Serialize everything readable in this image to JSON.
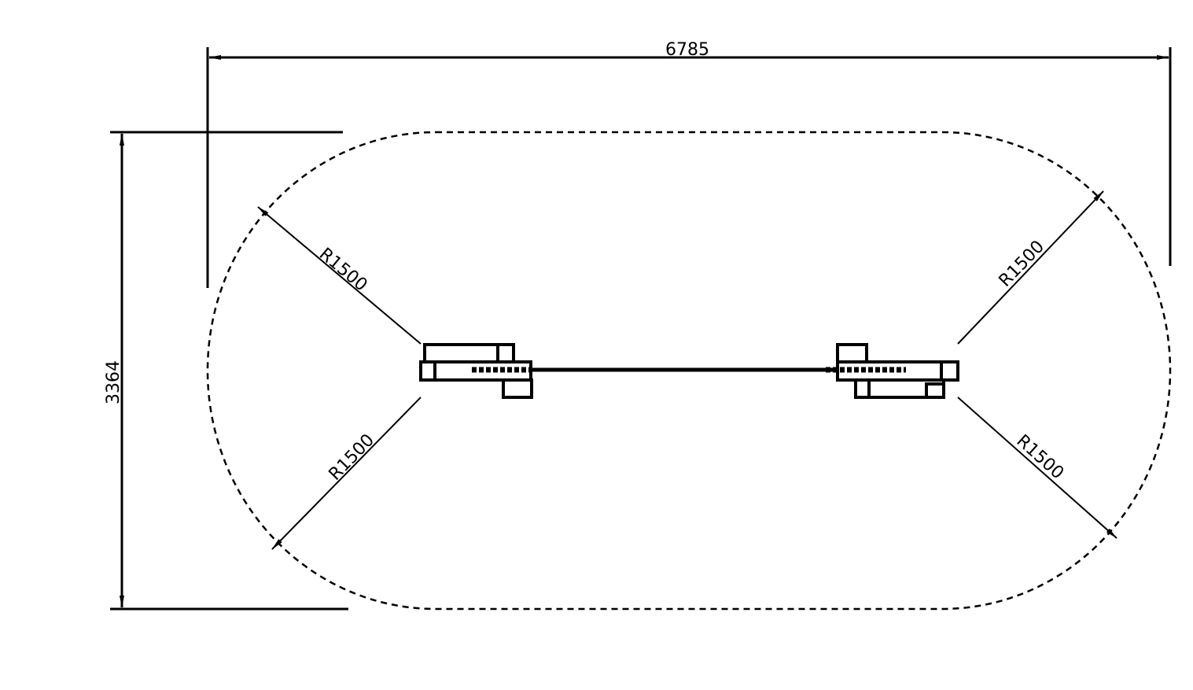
{
  "drawing": {
    "overall_width_label": "6785",
    "overall_height_label": "3364",
    "radius_labels": [
      "R1500",
      "R1500",
      "R1500",
      "R1500"
    ]
  }
}
